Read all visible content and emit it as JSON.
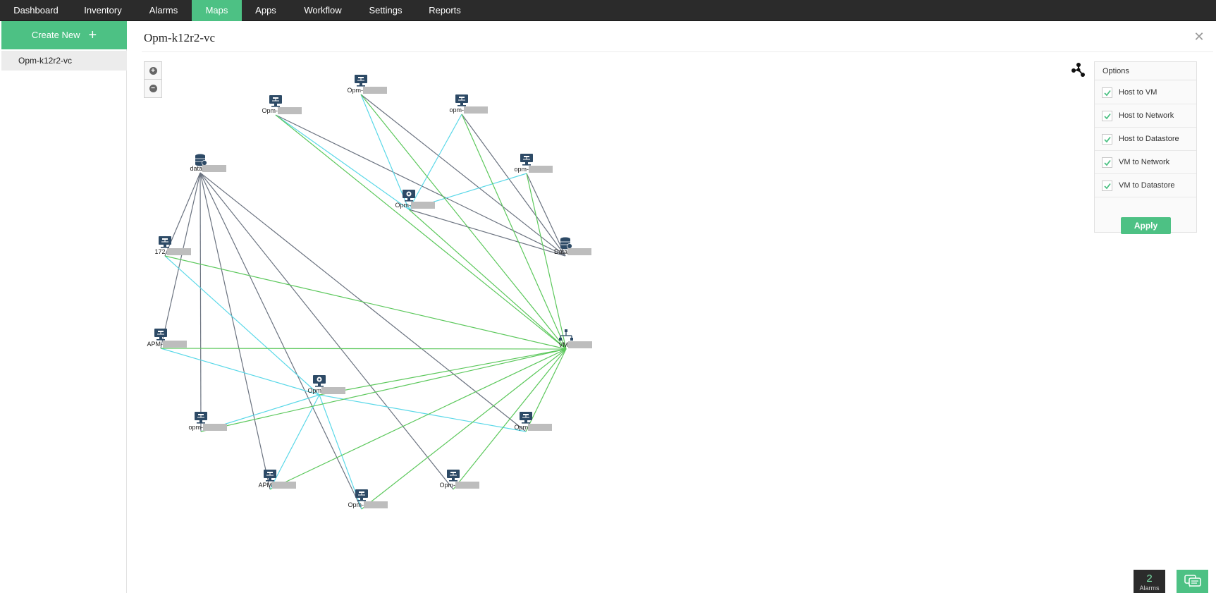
{
  "nav": {
    "tabs": [
      {
        "label": "Dashboard",
        "active": false
      },
      {
        "label": "Inventory",
        "active": false
      },
      {
        "label": "Alarms",
        "active": false
      },
      {
        "label": "Maps",
        "active": true
      },
      {
        "label": "Apps",
        "active": false
      },
      {
        "label": "Workflow",
        "active": false
      },
      {
        "label": "Settings",
        "active": false
      },
      {
        "label": "Reports",
        "active": false
      }
    ]
  },
  "sidebar": {
    "create_new_label": "Create New",
    "items": [
      {
        "label": "Opm-k12r2-vc",
        "selected": true
      }
    ]
  },
  "main": {
    "title": "Opm-k12r2-vc",
    "close_icon": "close-icon",
    "zoom_in_icon": "zoom-in-icon",
    "zoom_out_icon": "zoom-out-icon",
    "layout_icon": "topology-layout-icon"
  },
  "options": {
    "header": "Options",
    "items": [
      {
        "label": "Host to VM",
        "checked": true
      },
      {
        "label": "Host to Network",
        "checked": true
      },
      {
        "label": "Host to Datastore",
        "checked": true
      },
      {
        "label": "VM to Network",
        "checked": true
      },
      {
        "label": "VM to Datastore",
        "checked": true
      }
    ],
    "apply_label": "Apply"
  },
  "footer": {
    "alarms_count": "2",
    "alarms_label": "Alarms",
    "chat_icon": "chat-icon"
  },
  "colors": {
    "accent": "#4dc184",
    "nav_bg": "#2b2b2b",
    "link_host_vm": "#5cc85c",
    "link_vm_network": "#5ad8e8",
    "link_datastore": "#6b7380",
    "icon": "#2d4a66"
  },
  "map": {
    "nodes": [
      {
        "id": "n1",
        "label": "Opm-",
        "type": "host"
      },
      {
        "id": "n2",
        "label": "Opm-",
        "type": "host"
      },
      {
        "id": "n3",
        "label": "opm-",
        "type": "host"
      },
      {
        "id": "n4",
        "label": "data",
        "type": "datastore"
      },
      {
        "id": "n5",
        "label": "opm-",
        "type": "host"
      },
      {
        "id": "n6",
        "label": "Opm-",
        "type": "vm"
      },
      {
        "id": "n7",
        "label": "172.",
        "type": "host"
      },
      {
        "id": "n8",
        "label": "Data",
        "type": "datastore"
      },
      {
        "id": "n9",
        "label": "APM-",
        "type": "host"
      },
      {
        "id": "n10",
        "label": "VM",
        "type": "network"
      },
      {
        "id": "n11",
        "label": "Opm",
        "type": "vm"
      },
      {
        "id": "n12",
        "label": "opm-",
        "type": "host"
      },
      {
        "id": "n13",
        "label": "Opm",
        "type": "host"
      },
      {
        "id": "n14",
        "label": "APM",
        "type": "host"
      },
      {
        "id": "n15",
        "label": "Opm-",
        "type": "host"
      },
      {
        "id": "n16",
        "label": "Opm-",
        "type": "host"
      }
    ],
    "links": [
      {
        "from": "n4",
        "to": "n7",
        "kind": "datastore"
      },
      {
        "from": "n4",
        "to": "n9",
        "kind": "datastore"
      },
      {
        "from": "n4",
        "to": "n12",
        "kind": "datastore"
      },
      {
        "from": "n4",
        "to": "n14",
        "kind": "datastore"
      },
      {
        "from": "n4",
        "to": "n15",
        "kind": "datastore"
      },
      {
        "from": "n4",
        "to": "n16",
        "kind": "datastore"
      },
      {
        "from": "n4",
        "to": "n13",
        "kind": "datastore"
      },
      {
        "from": "n1",
        "to": "n8",
        "kind": "datastore"
      },
      {
        "from": "n2",
        "to": "n8",
        "kind": "datastore"
      },
      {
        "from": "n3",
        "to": "n8",
        "kind": "datastore"
      },
      {
        "from": "n5",
        "to": "n8",
        "kind": "datastore"
      },
      {
        "from": "n6",
        "to": "n8",
        "kind": "datastore"
      },
      {
        "from": "n1",
        "to": "n6",
        "kind": "vm"
      },
      {
        "from": "n2",
        "to": "n6",
        "kind": "vm"
      },
      {
        "from": "n3",
        "to": "n6",
        "kind": "vm"
      },
      {
        "from": "n5",
        "to": "n6",
        "kind": "vm"
      },
      {
        "from": "n7",
        "to": "n11",
        "kind": "vm"
      },
      {
        "from": "n9",
        "to": "n11",
        "kind": "vm"
      },
      {
        "from": "n11",
        "to": "n12",
        "kind": "vm"
      },
      {
        "from": "n11",
        "to": "n13",
        "kind": "vm"
      },
      {
        "from": "n11",
        "to": "n14",
        "kind": "vm"
      },
      {
        "from": "n11",
        "to": "n15",
        "kind": "vm"
      },
      {
        "from": "n1",
        "to": "n10",
        "kind": "host"
      },
      {
        "from": "n2",
        "to": "n10",
        "kind": "host"
      },
      {
        "from": "n3",
        "to": "n10",
        "kind": "host"
      },
      {
        "from": "n5",
        "to": "n10",
        "kind": "host"
      },
      {
        "from": "n6",
        "to": "n10",
        "kind": "host"
      },
      {
        "from": "n7",
        "to": "n10",
        "kind": "host"
      },
      {
        "from": "n9",
        "to": "n10",
        "kind": "host"
      },
      {
        "from": "n11",
        "to": "n10",
        "kind": "host"
      },
      {
        "from": "n12",
        "to": "n10",
        "kind": "host"
      },
      {
        "from": "n13",
        "to": "n10",
        "kind": "host"
      },
      {
        "from": "n14",
        "to": "n10",
        "kind": "host"
      },
      {
        "from": "n15",
        "to": "n10",
        "kind": "host"
      },
      {
        "from": "n16",
        "to": "n10",
        "kind": "host"
      }
    ]
  }
}
